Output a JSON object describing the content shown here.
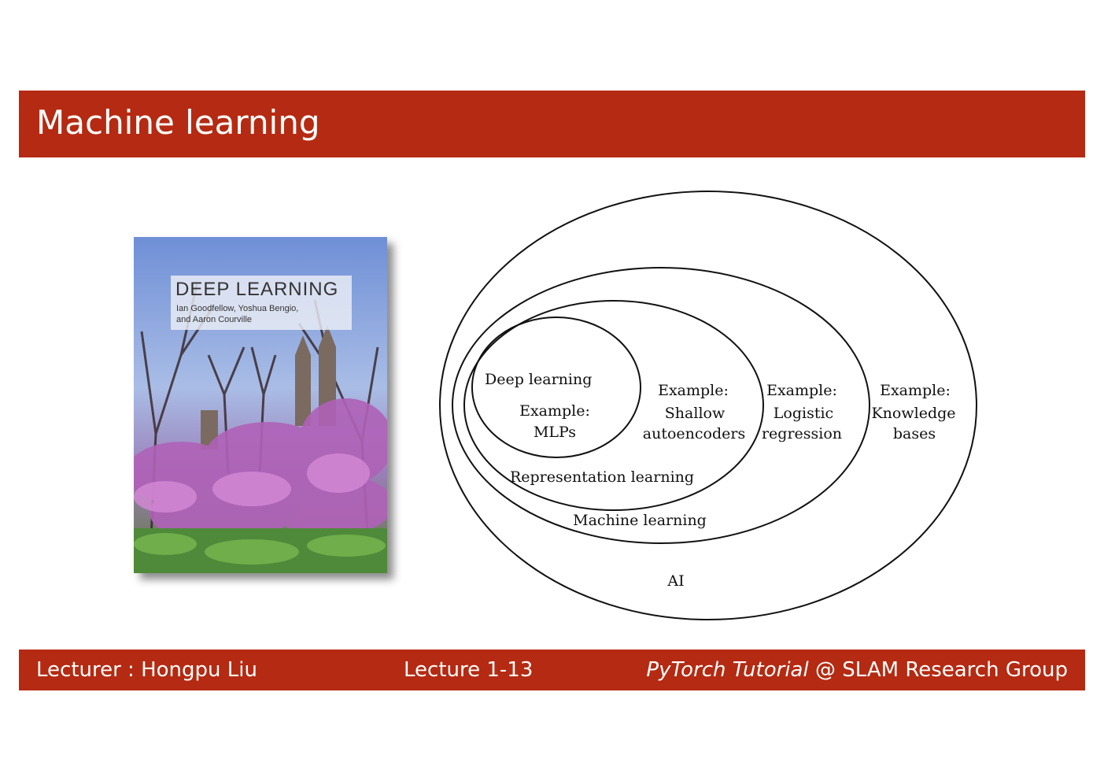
{
  "slide": {
    "title": "Machine learning"
  },
  "book": {
    "title": "DEEP LEARNING",
    "authors": "Ian Goodfellow, Yoshua Bengio,\nand Aaron Courville"
  },
  "diagram": {
    "deep_learning": {
      "label": "Deep learning",
      "example_line1": "Example:",
      "example_line2": "MLPs"
    },
    "representation_learning": {
      "label": "Representation learning",
      "example_line1": "Example:",
      "example_line2": "Shallow",
      "example_line3": "autoencoders"
    },
    "machine_learning": {
      "label": "Machine learning",
      "example_line1": "Example:",
      "example_line2": "Logistic",
      "example_line3": "regression"
    },
    "ai": {
      "label": "AI",
      "example_line1": "Example:",
      "example_line2": "Knowledge",
      "example_line3": "bases"
    }
  },
  "footer": {
    "lecturer": "Lecturer : Hongpu Liu",
    "lecture": "Lecture 1-13",
    "course": "PyTorch Tutorial",
    "group": " @ SLAM Research Group"
  },
  "colors": {
    "accent": "#b52a12",
    "text_on_accent": "#ffffff"
  }
}
